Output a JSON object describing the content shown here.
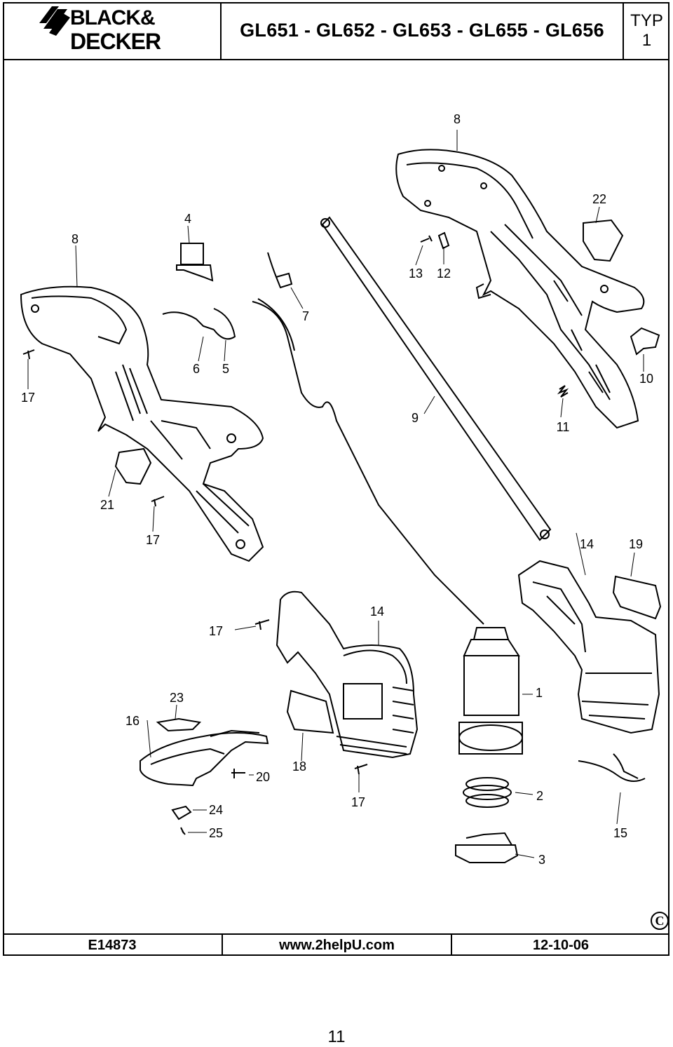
{
  "header": {
    "brand_line1": "BLACK&",
    "brand_line2": "DECKER",
    "title": "GL651 - GL652 - GL653 - GL655 - GL656",
    "typ_label": "TYP",
    "typ_value": "1"
  },
  "callouts": {
    "c8_top": "8",
    "c22": "22",
    "c4": "4",
    "c8_left": "8",
    "c13": "13",
    "c12": "12",
    "c7": "7",
    "c6": "6",
    "c5": "5",
    "c17_a": "17",
    "c9": "9",
    "c11": "11",
    "c10": "10",
    "c21": "21",
    "c17_b": "17",
    "c14_a": "14",
    "c19": "19",
    "c14_b": "14",
    "c17_c": "17",
    "c23": "23",
    "c16": "16",
    "c1": "1",
    "c20": "20",
    "c18": "18",
    "c17_d": "17",
    "c2": "2",
    "c24": "24",
    "c25": "25",
    "c15": "15",
    "c3": "3"
  },
  "footer": {
    "code": "E14873",
    "website": "www.2helpU.com",
    "date": "12-10-06",
    "copyright": "C"
  },
  "page_number": "11"
}
